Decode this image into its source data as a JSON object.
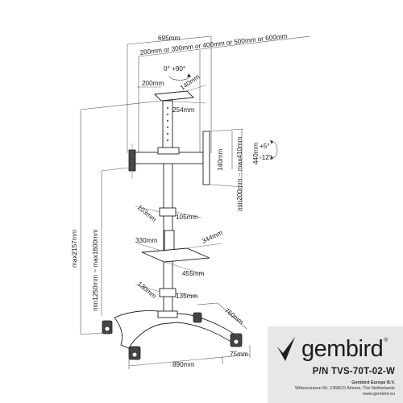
{
  "dimensions": {
    "total_width": "695mm",
    "vesa_range": "200mm or 300mm or 400mm or 500mm or 600mm",
    "rotation": "0° +90°",
    "camera_shelf_width": "200mm",
    "camera_shelf_depth": "140mm",
    "camera_shelf_span": "254mm",
    "vertical_vesa": "min200mm ~ max410mm",
    "arm_height": "140mm",
    "bracket_height": "440mm",
    "tilt_up": "+5°",
    "tilt_down": "-12°",
    "max_height": "max2157mm",
    "height_range": "min1250mm ~ max1600mm",
    "clamp_top_a": "103mm",
    "clamp_top_b": "105mm",
    "shelf_width": "330mm",
    "shelf_depth": "344mm",
    "shelf_span": "455mm",
    "clamp_bottom_a": "130mm",
    "clamp_bottom_b": "135mm",
    "base_depth": "760mm",
    "base_width": "890mm",
    "caster_offset": "75mm"
  },
  "brand": {
    "logo_text": "gembird",
    "logo_reg": "®",
    "part_number": "P/N TVS-70T-02-W",
    "company": "Gembird Europe B.V.",
    "address": "Wittevrouwen 56, 1358CD Almere, The Netherlands",
    "website": "www.gembird.eu"
  }
}
